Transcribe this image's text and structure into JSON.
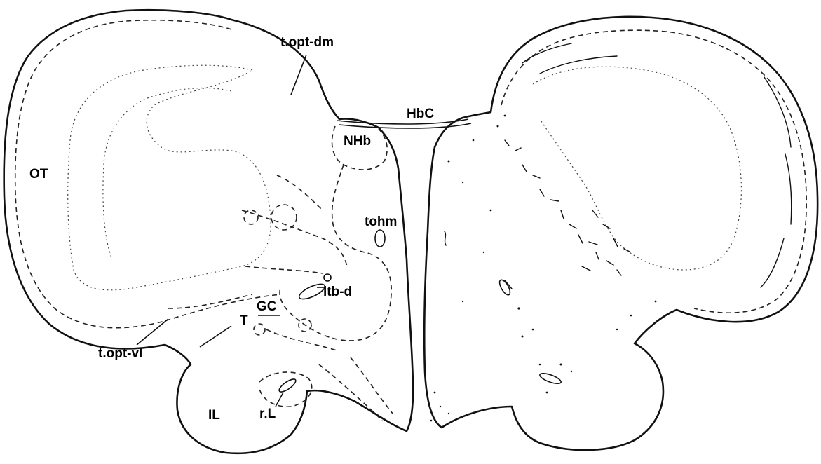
{
  "figure": {
    "labels": {
      "OT": "OT",
      "t_opt_dm": "t.opt-dm",
      "HbC": "HbC",
      "NHb": "NHb",
      "tohm": "tohm",
      "ltb_d": "ltb-d",
      "GC": "GC",
      "T": "T",
      "t_opt_vl": "t.opt-vl",
      "IL": "IL",
      "r_L": "r.L"
    }
  }
}
